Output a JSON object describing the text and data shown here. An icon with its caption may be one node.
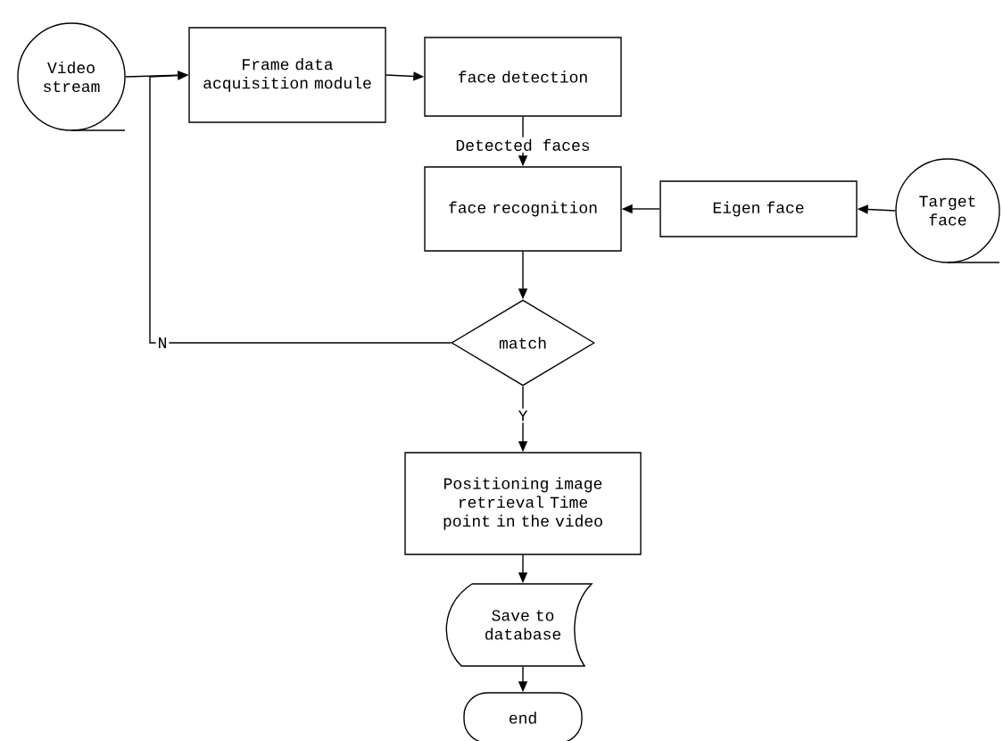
{
  "diagram": {
    "nodes": [
      {
        "text": [
          "Video stream"
        ]
      },
      {
        "text": [
          "Frame data acquisition module"
        ]
      },
      {
        "text": [
          "face detection"
        ]
      },
      {
        "text": [
          "face recognition"
        ]
      },
      {
        "text": [
          "Eigen face"
        ]
      },
      {
        "text": [
          "Target face"
        ]
      },
      {
        "text": [
          "match"
        ]
      },
      {
        "text": [
          "Positioning image retrieval Time point in the video"
        ]
      },
      {
        "text": [
          "Save to database"
        ]
      },
      {
        "text": [
          "end"
        ]
      }
    ],
    "edges": [
      {
        "from": 0,
        "to": 1,
        "arrow": "to"
      },
      {
        "from": 1,
        "to": 2,
        "arrow": "to"
      },
      {
        "from": 2,
        "to": 3,
        "arrow": "to",
        "label": "Detected faces"
      },
      {
        "from": 4,
        "to": 3,
        "arrow": "to"
      },
      {
        "from": 5,
        "to": 4,
        "arrow": "to"
      },
      {
        "from": 3,
        "to": 6,
        "arrow": "to"
      },
      {
        "from": 6,
        "to": 1,
        "arrow": "to",
        "label": "N"
      },
      {
        "from": 6,
        "to": 7,
        "arrow": "to",
        "label": "Y"
      },
      {
        "from": 7,
        "to": 8,
        "arrow": "to"
      },
      {
        "from": 8,
        "to": 9,
        "arrow": "to"
      }
    ]
  }
}
